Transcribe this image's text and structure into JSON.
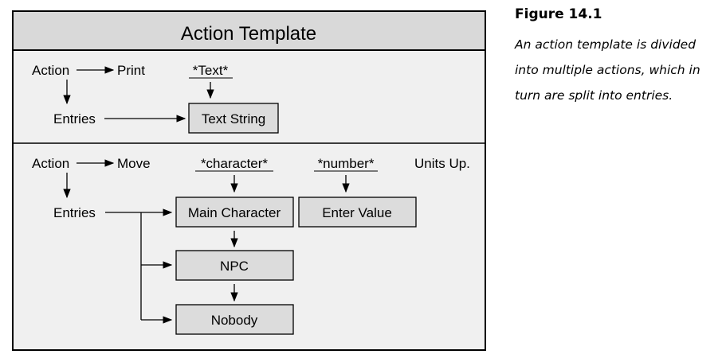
{
  "diagram": {
    "title": "Action Template",
    "section1": {
      "action_label": "Action",
      "verb": "Print",
      "param": "*Text*",
      "entries_label": "Entries",
      "entry": "Text String"
    },
    "section2": {
      "action_label": "Action",
      "verb": "Move",
      "param1": "*character*",
      "param2": "*number*",
      "suffix": "Units Up.",
      "entries_label": "Entries",
      "entries": [
        "Main Character",
        "NPC",
        "Nobody"
      ],
      "value_entry": "Enter Value"
    }
  },
  "caption": {
    "figure_label": "Figure 14.1",
    "text_lines": [
      "An action template is divided",
      "into multiple actions, which in",
      "turn are split into entries."
    ]
  },
  "colors": {
    "panel_bg": "#f0f0f0",
    "box_bg": "#dcdcdc",
    "border": "#000000"
  }
}
